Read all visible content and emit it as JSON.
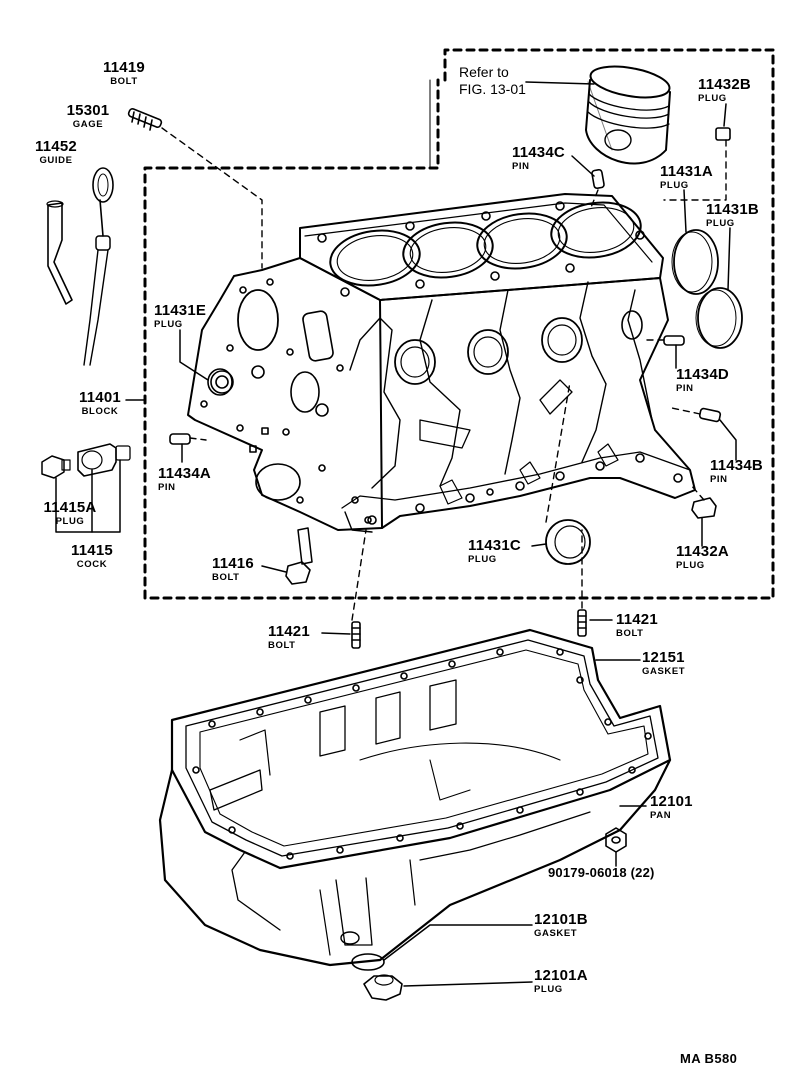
{
  "diagram": {
    "reference": {
      "line1": "Refer to",
      "line2": "FIG. 13-01"
    },
    "code": "MA  B580",
    "parts": [
      {
        "id": "p11419",
        "number": "11419",
        "name": "BOLT"
      },
      {
        "id": "p15301",
        "number": "15301",
        "name": "GAGE"
      },
      {
        "id": "p11452",
        "number": "11452",
        "name": "GUIDE"
      },
      {
        "id": "p11432B",
        "number": "11432B",
        "name": "PLUG"
      },
      {
        "id": "p11434C",
        "number": "11434C",
        "name": "PIN"
      },
      {
        "id": "p11431A",
        "number": "11431A",
        "name": "PLUG"
      },
      {
        "id": "p11431B",
        "number": "11431B",
        "name": "PLUG"
      },
      {
        "id": "p11431E",
        "number": "11431E",
        "name": "PLUG"
      },
      {
        "id": "p11434D",
        "number": "11434D",
        "name": "PIN"
      },
      {
        "id": "p11401",
        "number": "11401",
        "name": "BLOCK"
      },
      {
        "id": "p11434A",
        "number": "11434A",
        "name": "PIN"
      },
      {
        "id": "p11434B",
        "number": "11434B",
        "name": "PIN"
      },
      {
        "id": "p11415A",
        "number": "11415A",
        "name": "PLUG"
      },
      {
        "id": "p11415",
        "number": "11415",
        "name": "COCK"
      },
      {
        "id": "p11416",
        "number": "11416",
        "name": "BOLT"
      },
      {
        "id": "p11431C",
        "number": "11431C",
        "name": "PLUG"
      },
      {
        "id": "p11432A",
        "number": "11432A",
        "name": "PLUG"
      },
      {
        "id": "p11421L",
        "number": "11421",
        "name": "BOLT"
      },
      {
        "id": "p11421R",
        "number": "11421",
        "name": "BOLT"
      },
      {
        "id": "p12151",
        "number": "12151",
        "name": "GASKET"
      },
      {
        "id": "p12101",
        "number": "12101",
        "name": "PAN"
      },
      {
        "id": "p90179",
        "number": "90179-06018 (22)",
        "name": ""
      },
      {
        "id": "p12101B",
        "number": "12101B",
        "name": "GASKET"
      },
      {
        "id": "p12101A",
        "number": "12101A",
        "name": "PLUG"
      }
    ]
  }
}
